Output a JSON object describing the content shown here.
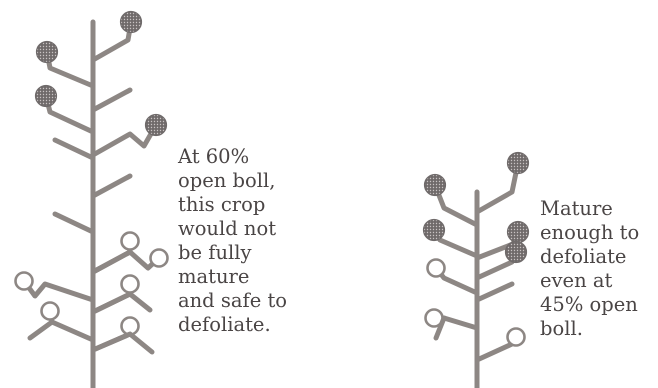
{
  "colors": {
    "stem": "#8d8784",
    "boll_closed": "#6f6a6a",
    "boll_closed_dots": "#c9c3c3",
    "boll_open_stroke": "#8d8784",
    "boll_open_fill": "#ffffff",
    "text": "#4a4545"
  },
  "diagram": {
    "plants": [
      {
        "id": "plant-60",
        "open_boll_percent": 60,
        "bolls_closed": 4,
        "bolls_open": 6,
        "caption_lines": [
          "At 60%",
          "open boll,",
          "this crop",
          "would not",
          "be fully",
          "mature",
          "and safe to",
          "defoliate."
        ]
      },
      {
        "id": "plant-45",
        "open_boll_percent": 45,
        "bolls_closed": 5,
        "bolls_open": 3,
        "caption_lines": [
          "Mature",
          "enough to",
          "defoliate",
          "even at",
          "45% open",
          "boll."
        ]
      }
    ]
  }
}
